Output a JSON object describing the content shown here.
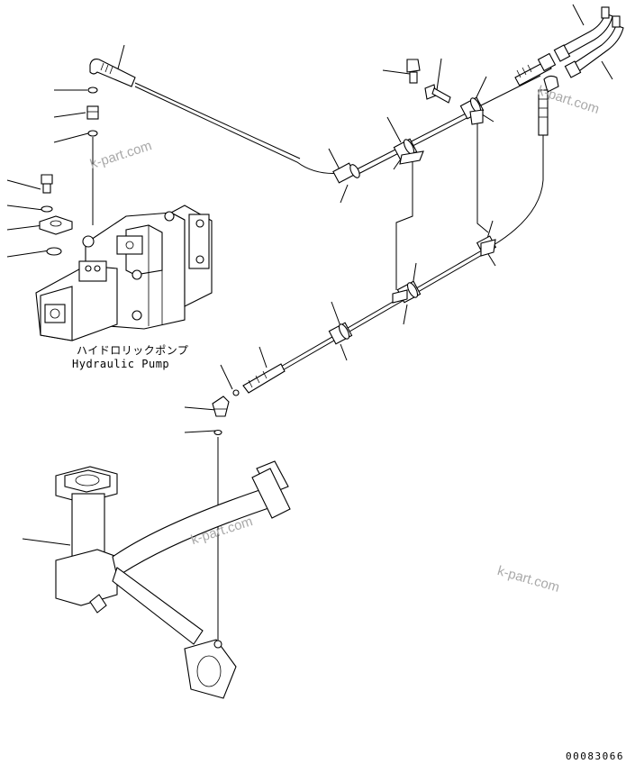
{
  "watermarks": [
    "k-part.com",
    "k-part.com",
    "k-part.com",
    "k-part.com"
  ],
  "pump_label_jp": "ハイドロリックポンプ",
  "pump_label_en": "Hydraulic Pump",
  "drawing_number": "00083066",
  "colors": {
    "line": "#000000",
    "watermark": "#a9a9a9",
    "background": "#ffffff"
  }
}
